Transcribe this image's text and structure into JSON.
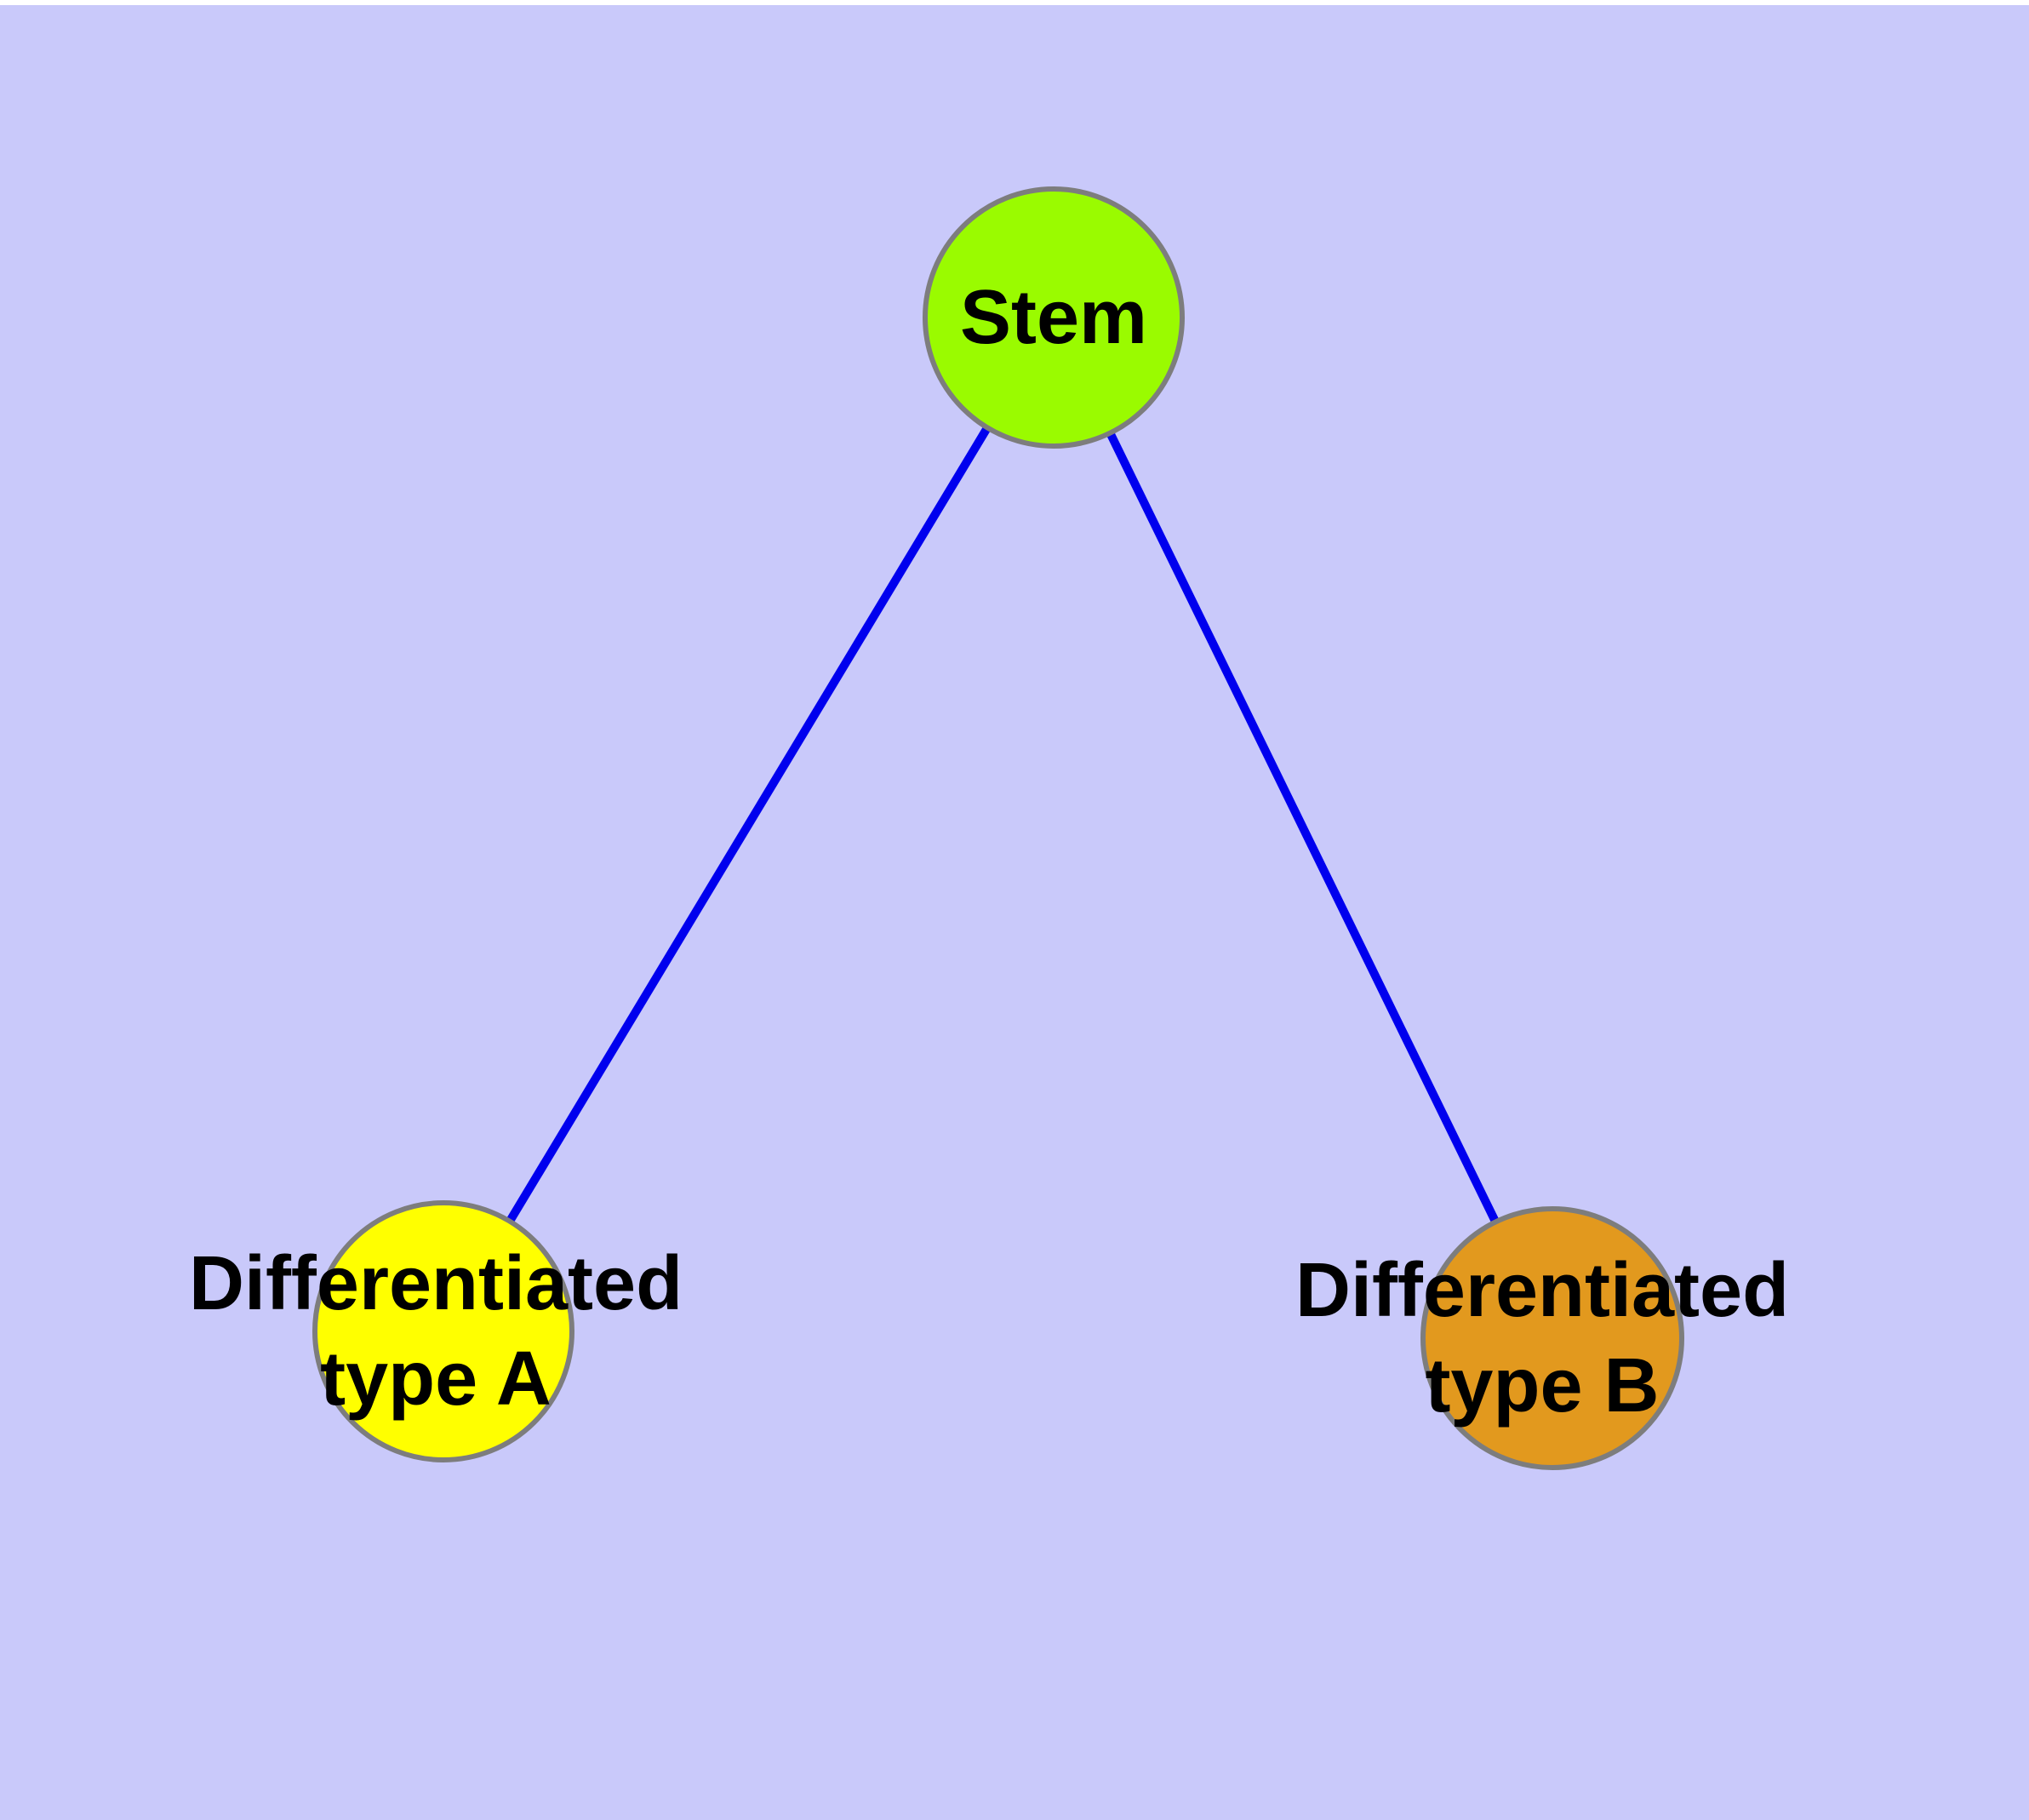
{
  "diagram": {
    "background_color": "#C9C9FA",
    "top_margin_color": "#FFFFFF",
    "node_border_color": "#7D7D7D",
    "edge_color": "#0000EE",
    "nodes": {
      "stem": {
        "label": "Stem",
        "fill_color": "#9AFB00",
        "border_color": "#7D7D7D"
      },
      "type_a": {
        "label_line1": "Differentiated",
        "label_line2": "type A",
        "fill_color": "#FFFF00",
        "border_color": "#7D7D7D"
      },
      "type_b": {
        "label_line1": "Differentiated",
        "label_line2": "type B",
        "fill_color": "#E2991E",
        "border_color": "#7D7D7D"
      }
    },
    "edges": {
      "color": "#0000EE",
      "items": [
        {
          "from": "Stem",
          "to": "Differentiated type A"
        },
        {
          "from": "Stem",
          "to": "Differentiated type B"
        }
      ]
    }
  }
}
